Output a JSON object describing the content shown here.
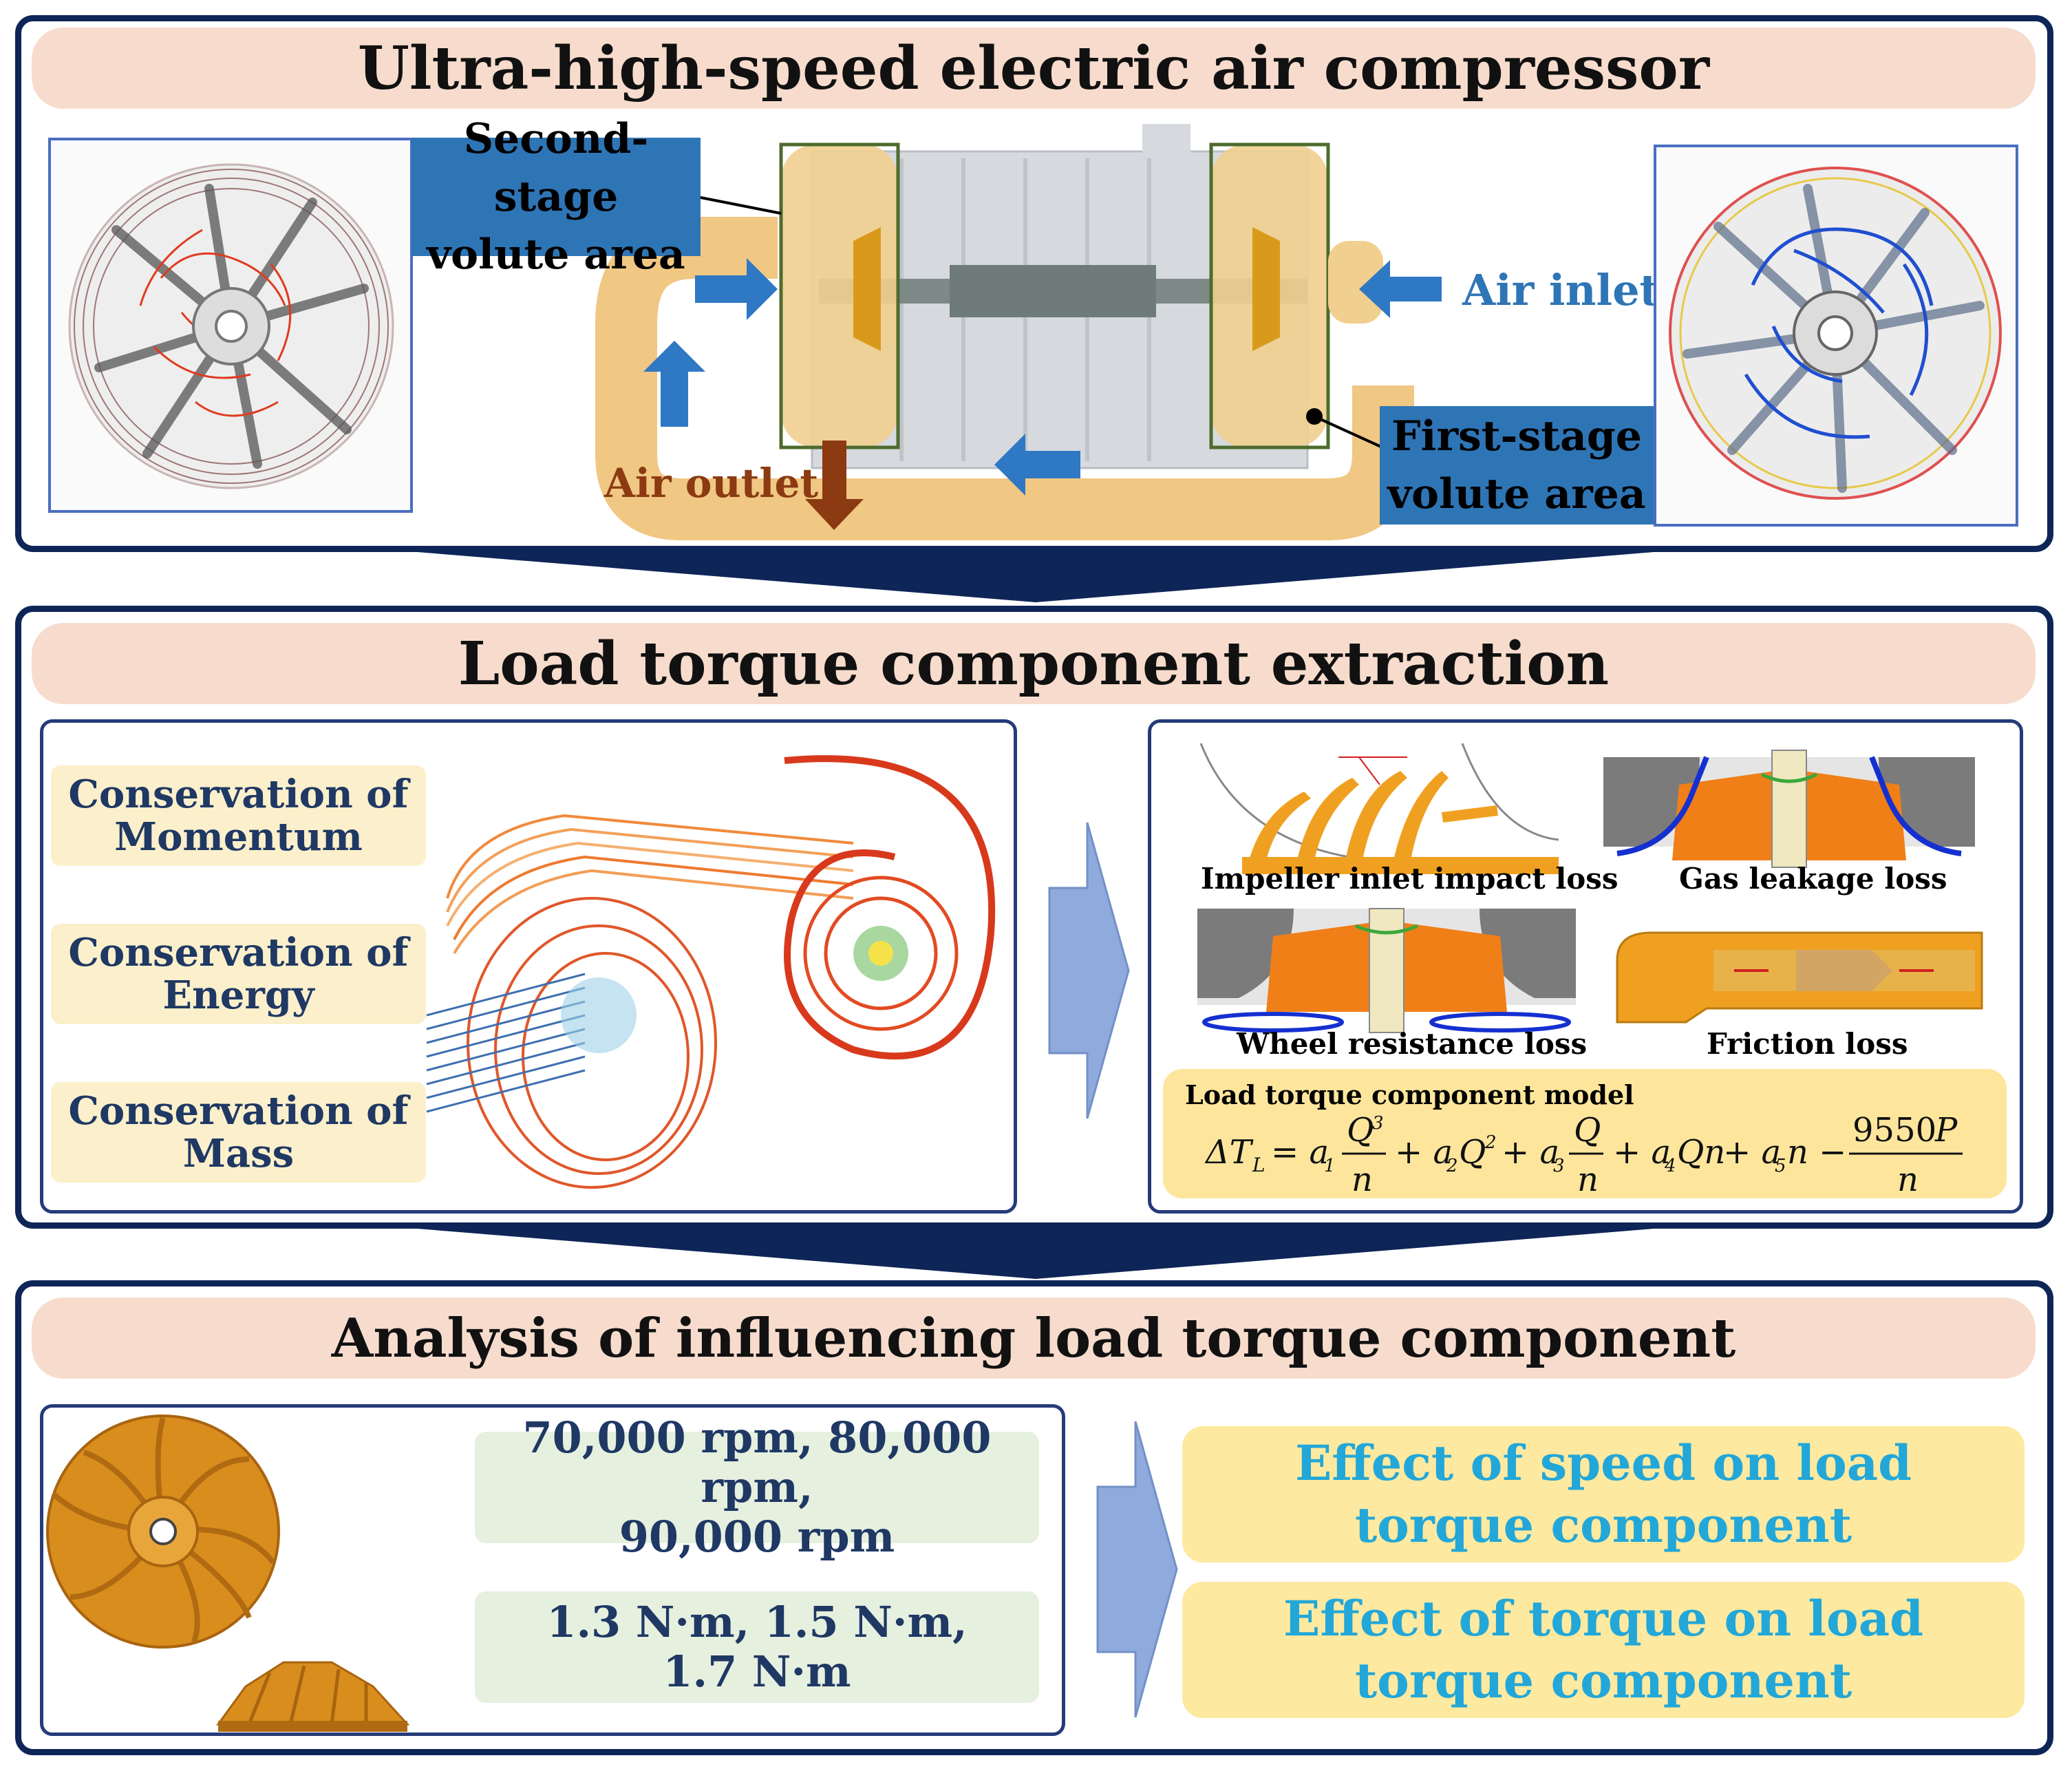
{
  "section1": {
    "title": "Ultra-high-speed electric air compressor",
    "second_stage_label": [
      "Second-stage",
      "volute area"
    ],
    "first_stage_label": [
      "First-stage",
      "volute area"
    ],
    "air_inlet": "Air inlet",
    "air_outlet": "Air outlet"
  },
  "section2": {
    "title": "Load torque component extraction",
    "conservation": [
      [
        "Conservation  of",
        "Momentum"
      ],
      [
        "Conservation  of",
        "Energy"
      ],
      [
        "Conservation  of",
        "Mass"
      ]
    ],
    "losses": {
      "impact": "Impeller inlet impact loss",
      "leakage": "Gas leakage loss",
      "wheel": "Wheel resistance loss",
      "friction": "Friction loss"
    },
    "model_title": "Load torque component model",
    "model_equation": "ΔT_L = a1·Q³/n + a2·Q² + a3·Q/n + a4·Q·n + a5·n − 9550P/n"
  },
  "section3": {
    "title": "Analysis of influencing load torque component",
    "speeds": [
      "70,000 rpm, 80,000 rpm,",
      "90,000 rpm"
    ],
    "torques": [
      "1.3 N·m, 1.5 N·m,",
      "1.7 N·m"
    ],
    "effects": [
      [
        "Effect of speed on load",
        "torque component"
      ],
      [
        "Effect of torque on load",
        "torque component"
      ]
    ]
  },
  "colors": {
    "frame": "#0e2557",
    "title_pill": "#f7dccd",
    "label_blue": "#2e75b6",
    "accent_cyan": "#22a7d8",
    "air_outlet": "#8b3a12"
  }
}
